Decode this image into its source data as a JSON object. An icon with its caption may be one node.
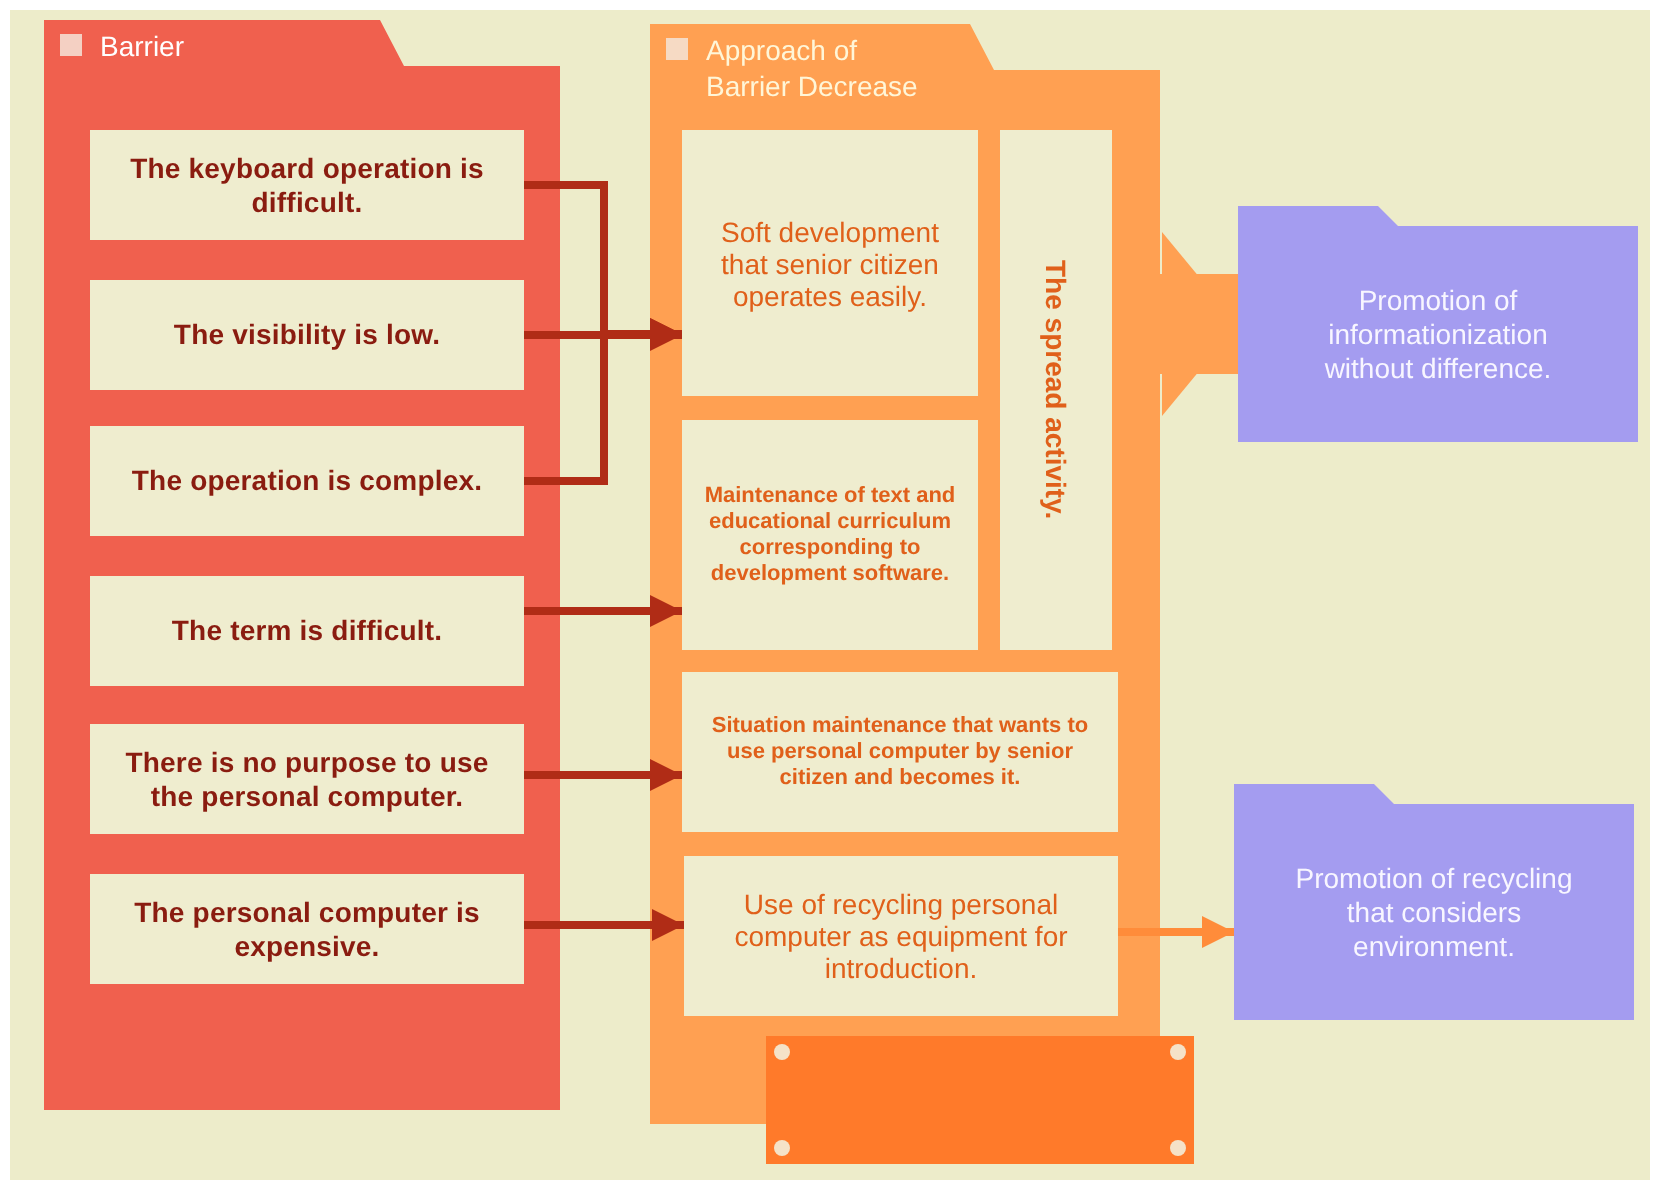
{
  "diagram": {
    "nodes": [
      {
        "text": [
          "Barrier"
        ]
      },
      {
        "text": [
          "The keyboard operation is difficult."
        ],
        "in": 0
      },
      {
        "text": [
          "The visibility is low."
        ],
        "in": 0
      },
      {
        "text": [
          "The operation is complex."
        ],
        "in": 0
      },
      {
        "text": [
          "The term is difficult."
        ],
        "in": 0
      },
      {
        "text": [
          "There is no purpose to use the personal computer."
        ],
        "in": 0
      },
      {
        "text": [
          "The personal computer is expensive."
        ],
        "in": 0
      },
      {
        "text": [
          "Approach of Barrier Decrease"
        ]
      },
      {
        "text": [
          "Soft development that senior citizen operates easily."
        ],
        "in": 7
      },
      {
        "text": [
          "The spread activity."
        ],
        "in": 7
      },
      {
        "text": [
          "Maintenance of text and educational curriculum corresponding to development software."
        ],
        "in": 7
      },
      {
        "text": [
          "Situation maintenance that wants to use personal computer by senior citizen and becomes it."
        ],
        "in": 7
      },
      {
        "text": [
          "Use of recycling personal computer as equipment for introduction."
        ],
        "in": 7
      },
      {
        "text": [],
        "shape": "box"
      },
      {
        "text": [
          "Promotion of informationization without difference."
        ]
      },
      {
        "text": [
          "Promotion of recycling that considers environment."
        ]
      }
    ],
    "edges": [
      {
        "from": 1,
        "to": 8,
        "arrow": "to"
      },
      {
        "from": 2,
        "to": 8,
        "arrow": "to"
      },
      {
        "from": 3,
        "to": 8,
        "arrow": "to"
      },
      {
        "from": 4,
        "to": 10,
        "arrow": "to"
      },
      {
        "from": 5,
        "to": 11,
        "arrow": "to"
      },
      {
        "from": 6,
        "to": 12,
        "arrow": "to"
      },
      {
        "from": 7,
        "to": 14,
        "arrow": "to",
        "style": "thick",
        "color": "#ffa052"
      },
      {
        "from": 12,
        "to": 15,
        "arrow": "to",
        "color": "#ff8c3a"
      }
    ]
  }
}
